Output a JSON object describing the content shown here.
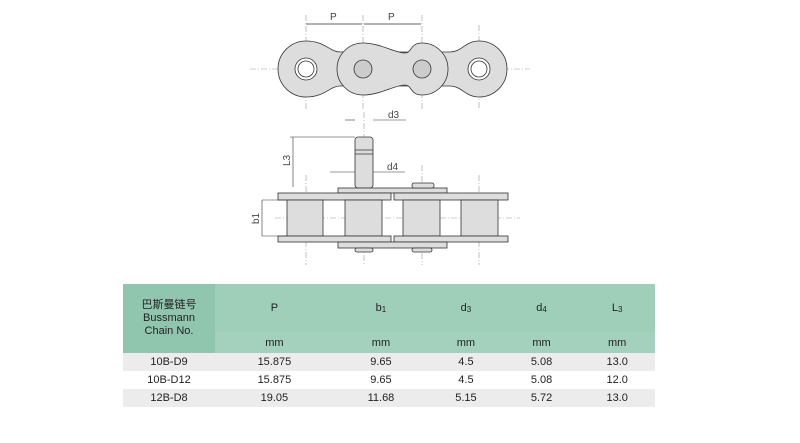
{
  "diagram": {
    "labels": {
      "pitch_left": "P",
      "pitch_right": "P",
      "d3": "d3",
      "d4": "d4",
      "L3": "L3",
      "b1": "b1"
    }
  },
  "table": {
    "header_cn": "巴斯曼链号",
    "header_en_1": "Bussmann",
    "header_en_2": "Chain No.",
    "columns": [
      {
        "symbol": "P",
        "sub": "",
        "unit": "mm"
      },
      {
        "symbol": "b",
        "sub": "1",
        "unit": "mm"
      },
      {
        "symbol": "d",
        "sub": "3",
        "unit": "mm"
      },
      {
        "symbol": "d",
        "sub": "4",
        "unit": "mm"
      },
      {
        "symbol": "L",
        "sub": "3",
        "unit": "mm"
      }
    ],
    "rows": [
      [
        "10B-D9",
        "15.875",
        "9.65",
        "4.5",
        "5.08",
        "13.0"
      ],
      [
        "10B-D12",
        "15.875",
        "9.65",
        "4.5",
        "5.08",
        "12.0"
      ],
      [
        "12B-D8",
        "19.05",
        "11.68",
        "5.15",
        "5.72",
        "13.0"
      ]
    ]
  },
  "colors": {
    "header": "#9fceb9",
    "header_first": "#91c6ae",
    "stripe": "#ececec"
  }
}
